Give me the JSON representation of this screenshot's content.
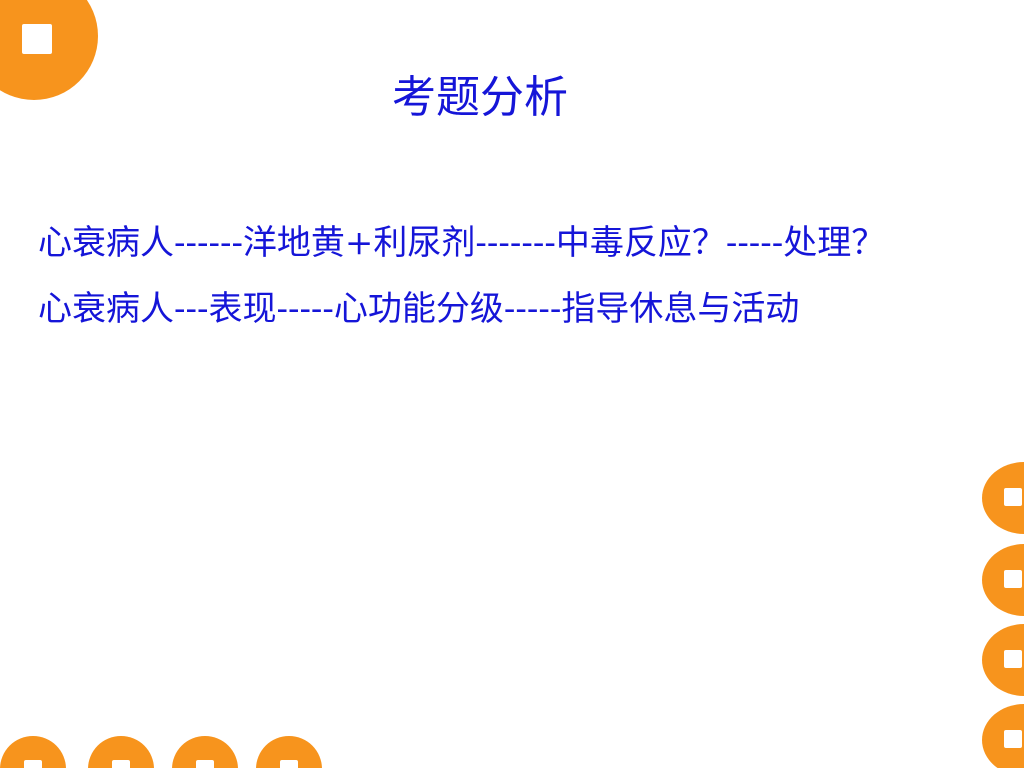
{
  "slide": {
    "title": "考题分析",
    "paragraphs": [
      "心衰病人------洋地黄+利尿剂-------中毒反应？-----处理？",
      "心衰病人---表现-----心功能分级-----指导休息与活动"
    ]
  },
  "colors": {
    "text": "#1515d8",
    "accent": "#f7941d",
    "background": "#ffffff"
  }
}
